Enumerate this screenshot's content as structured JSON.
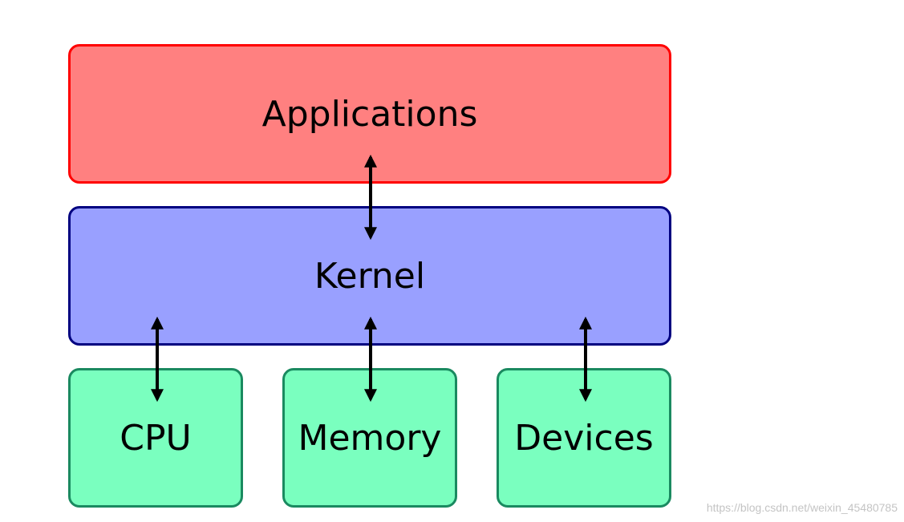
{
  "layers": {
    "applications": {
      "label": "Applications",
      "fill": "#ff8080",
      "stroke": "#ff0000"
    },
    "kernel": {
      "label": "Kernel",
      "fill": "#99a0ff",
      "stroke": "#000080"
    },
    "hardware": [
      {
        "label": "CPU",
        "fill": "#7affbf",
        "stroke": "#1a8a60"
      },
      {
        "label": "Memory",
        "fill": "#7affbf",
        "stroke": "#1a8a60"
      },
      {
        "label": "Devices",
        "fill": "#7affbf",
        "stroke": "#1a8a60"
      }
    ]
  },
  "connectors": [
    {
      "from": "Applications",
      "to": "Kernel",
      "style": "bidirectional-arrow"
    },
    {
      "from": "Kernel",
      "to": "CPU",
      "style": "bidirectional-arrow"
    },
    {
      "from": "Kernel",
      "to": "Memory",
      "style": "bidirectional-arrow"
    },
    {
      "from": "Kernel",
      "to": "Devices",
      "style": "bidirectional-arrow"
    }
  ],
  "watermark": "https://blog.csdn.net/weixin_45480785"
}
